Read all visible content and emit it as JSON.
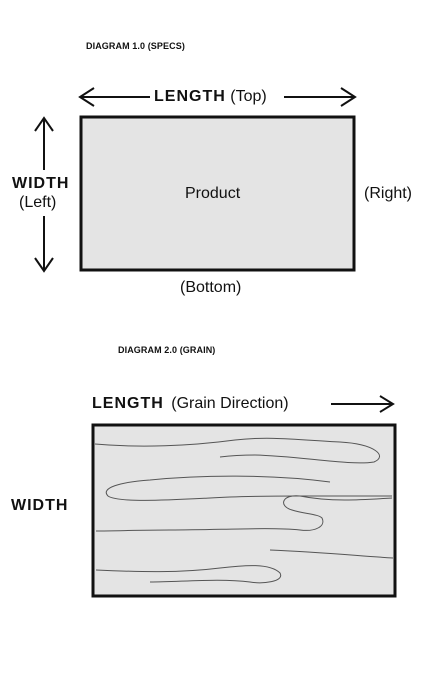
{
  "diagram1": {
    "title": "DIAGRAM 1.0 (SPECS)",
    "length_label": "LENGTH",
    "top_label": "(Top)",
    "width_label": "WIDTH",
    "left_label": "(Left)",
    "product_label": "Product",
    "right_label": "(Right)",
    "bottom_label": "(Bottom)"
  },
  "diagram2": {
    "title": "DIAGRAM 2.0 (GRAIN)",
    "length_label": "LENGTH",
    "grain_label": "(Grain Direction)",
    "width_label": "WIDTH"
  },
  "colors": {
    "panel_fill": "#e4e4e4",
    "stroke": "#111111"
  }
}
